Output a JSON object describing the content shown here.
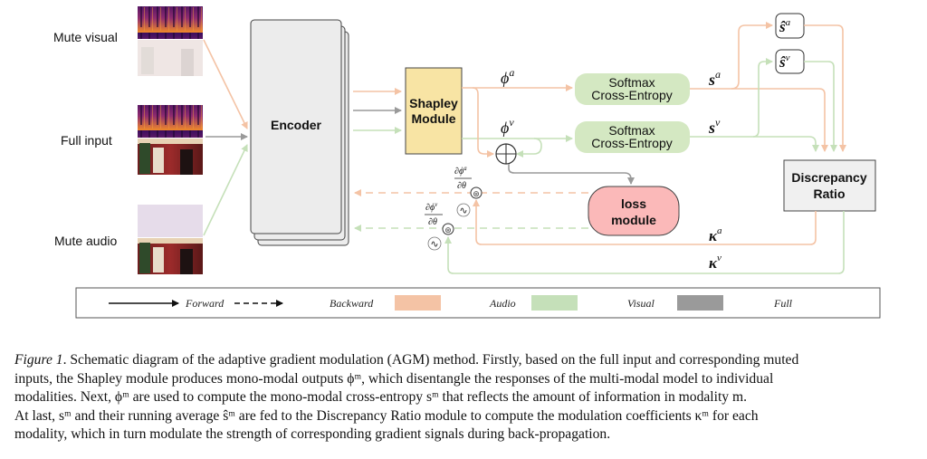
{
  "colors": {
    "audio": "#f4c3a5",
    "visual": "#c5e0b9",
    "full": "#9a9a9a",
    "shapley_fill": "#f8e4a4",
    "softmax_fill": "#d4e8c2",
    "loss_fill": "#fbb9b9",
    "encoder_fill": "#ececec",
    "discrepancy_fill": "#f0f0f0"
  },
  "inputs": [
    {
      "label": "Mute visual",
      "audio_state": "spectrogram",
      "visual_state": "faded"
    },
    {
      "label": "Full input",
      "audio_state": "spectrogram",
      "visual_state": "frame"
    },
    {
      "label": "Mute audio",
      "audio_state": "faded",
      "visual_state": "frame"
    }
  ],
  "blocks": {
    "encoder": "Encoder",
    "shapley": [
      "Shapley",
      "Module"
    ],
    "softmax_a": [
      "Softmax",
      "Cross-Entropy"
    ],
    "softmax_v": [
      "Softmax",
      "Cross-Entropy"
    ],
    "loss": [
      "loss",
      "module"
    ],
    "discrepancy": [
      "Discrepancy",
      "Ratio"
    ]
  },
  "symbols": {
    "phi_a": "ϕ",
    "phi_a_sup": "a",
    "phi_v": "ϕ",
    "phi_v_sup": "v",
    "s_a": "s",
    "s_a_sup": "a",
    "s_v": "s",
    "s_v_sup": "v",
    "shat_a": "ŝ",
    "shat_a_sup": "a",
    "shat_v": "ŝ",
    "shat_v_sup": "v",
    "kappa_a": "κ",
    "kappa_a_sup": "a",
    "kappa_v": "κ",
    "kappa_v_sup": "v",
    "grad_a_num": "∂ϕ",
    "grad_a_num_sup": "a",
    "grad_a_den": "∂θ",
    "grad_v_num": "∂ϕ",
    "grad_v_num_sup": "v",
    "grad_v_den": "∂θ",
    "sum_op": "⊕",
    "mult_op": "⊛",
    "wave": "∿"
  },
  "legend": {
    "forward": "Forward",
    "backward": "Backward",
    "audio": "Audio",
    "visual": "Visual",
    "full": "Full"
  },
  "caption": {
    "fig_label": "Figure 1",
    "lines": [
      ". Schematic diagram of the adaptive gradient modulation (AGM) method. Firstly, based on the full input and corresponding muted",
      "inputs, the Shapley module produces mono-modal outputs ϕᵐ, which disentangle the responses of the multi-modal model to individual",
      "modalities. Next, ϕᵐ are used to compute the mono-modal cross-entropy sᵐ that reflects the amount of information in modality m.",
      "At last, sᵐ and their running average ŝᵐ are fed to the Discrepancy Ratio module to compute the modulation coefficients κᵐ for each",
      "modality, which in turn modulate the strength of corresponding gradient signals during back-propagation."
    ]
  }
}
